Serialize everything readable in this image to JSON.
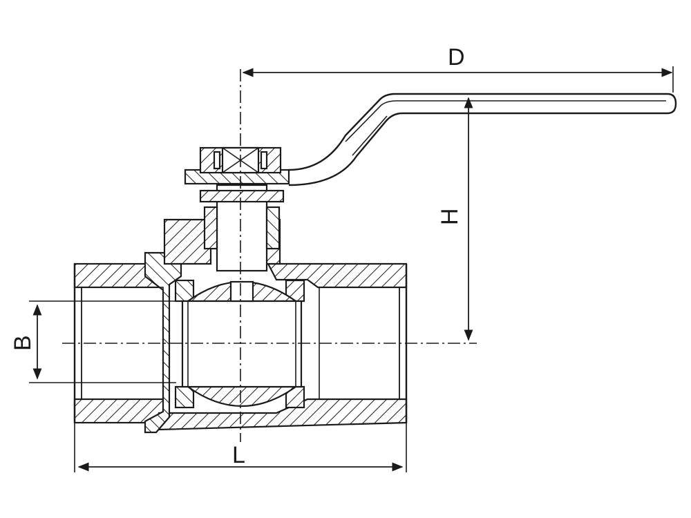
{
  "diagram": {
    "subject": "ball-valve-cross-section",
    "labels": {
      "top_width": "D",
      "height": "H",
      "bore": "B",
      "length": "L"
    }
  }
}
